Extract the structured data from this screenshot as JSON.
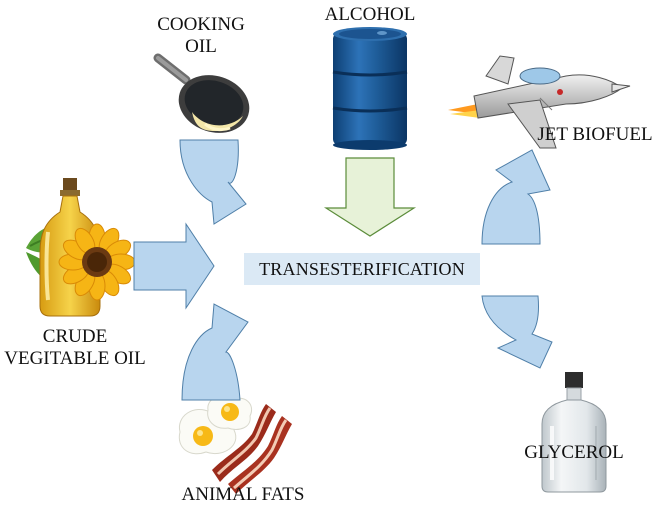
{
  "diagram": {
    "center": "TRANSESTERIFICATION",
    "inputs": {
      "cooking_oil": [
        "COOKING",
        "OIL"
      ],
      "alcohol": "ALCOHOL",
      "crude_oil": [
        "CRUDE",
        "VEGITABLE OIL"
      ],
      "animal_fats": "ANIMAL FATS"
    },
    "outputs": {
      "jet_biofuel": "JET BIOFUEL",
      "glycerol": "GLYCEROL"
    },
    "colors": {
      "arrow_fill": "#b8d5ee",
      "arrow_stroke": "#4f7fa8",
      "down_arrow_fill": "#e7f2d8",
      "down_arrow_stroke": "#5b8c3a",
      "center_box": "#dbe9f5",
      "barrel_blue": "#1f5f9f"
    },
    "icons": [
      "frying-pan-icon",
      "barrel-icon",
      "oil-bottle-icon",
      "sunflower-icon",
      "fried-eggs-icon",
      "bacon-icon",
      "jet-plane-icon",
      "glass-bottle-icon"
    ]
  }
}
